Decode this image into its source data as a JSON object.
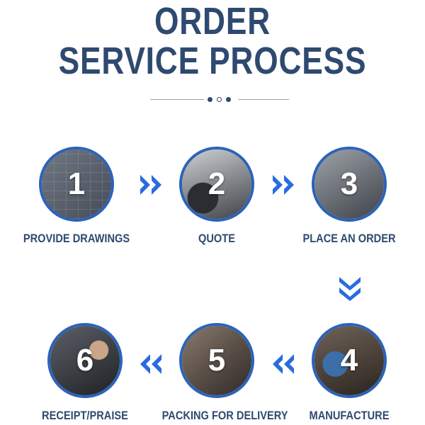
{
  "header": {
    "line1": "ORDER",
    "line2": "SERVICE PROCESS"
  },
  "colors": {
    "accent": "#2c63b8",
    "title": "#2f4a70",
    "arrow": "#2a6be0"
  },
  "steps": [
    {
      "number": "1",
      "label": "PROVIDE DRAWINGS",
      "icon": "drawing-icon"
    },
    {
      "number": "2",
      "label": "QUOTE",
      "icon": "calculator-icon"
    },
    {
      "number": "3",
      "label": "PLACE AN ORDER",
      "icon": "signature-icon"
    },
    {
      "number": "4",
      "label": "MANUFACTURE",
      "icon": "machine-icon"
    },
    {
      "number": "5",
      "label": "PACKING FOR DELIVERY",
      "icon": "box-icon"
    },
    {
      "number": "6",
      "label": "RECEIPT/PRAISE",
      "icon": "handshake-icon"
    }
  ]
}
